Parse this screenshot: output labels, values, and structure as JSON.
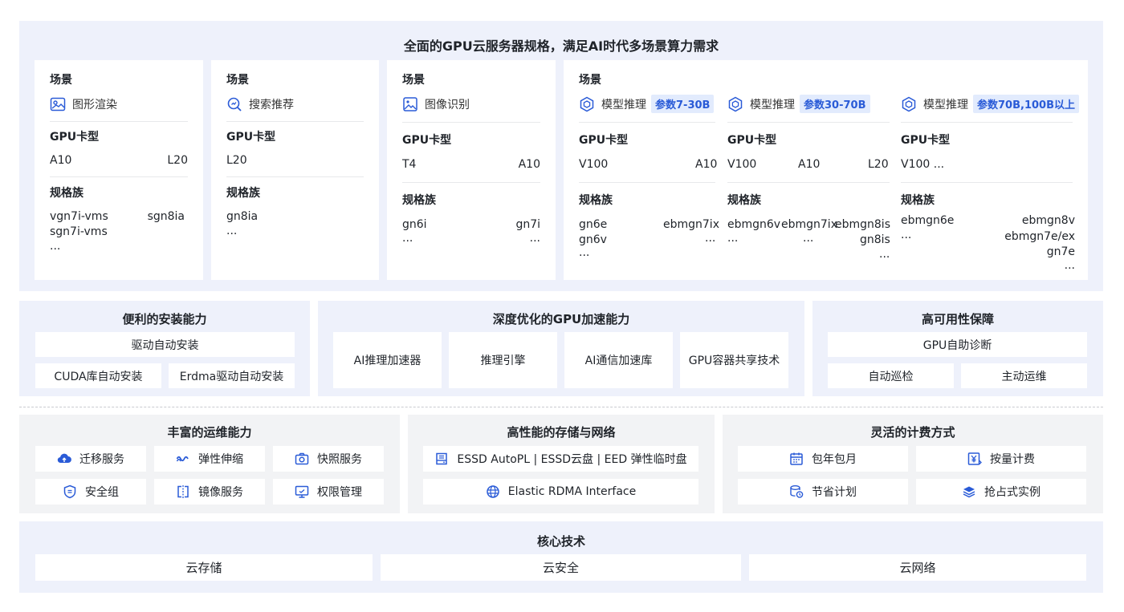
{
  "header": {
    "title": "全面的GPU云服务器规格，满足AI时代多场景算力需求"
  },
  "cards": [
    {
      "scene_label": "场景",
      "scene": "图形渲染",
      "gpu_label": "GPU卡型",
      "gpu": [
        "A10",
        "L20"
      ],
      "spec_label": "规格族",
      "specs": [
        "vgn7i-vms",
        "sgn8ia",
        "sgn7i-vms",
        "..."
      ]
    },
    {
      "scene_label": "场景",
      "scene": "搜索推荐",
      "gpu_label": "GPU卡型",
      "gpu": [
        "L20"
      ],
      "spec_label": "规格族",
      "specs": [
        "gn8ia",
        "..."
      ]
    },
    {
      "scene_label": "场景",
      "scene": "图像识别",
      "gpu_label": "GPU卡型",
      "gpu": [
        "T4",
        "A10"
      ],
      "spec_label": "规格族",
      "specs": [
        "gn6i",
        "gn7i",
        "...",
        "..."
      ]
    }
  ],
  "big_card": {
    "scene_label": "场景",
    "cols": [
      {
        "scene": "模型推理",
        "tag": "参数7-30B",
        "gpu_label": "GPU卡型",
        "gpu": [
          "V100",
          "A10"
        ],
        "spec_label": "规格族",
        "specs": [
          "gn6e",
          "ebmgn7ix",
          "gn6v",
          "...",
          "..."
        ]
      },
      {
        "scene": "模型推理",
        "tag": "参数30-70B",
        "gpu_label": "GPU卡型",
        "gpu": [
          "V100",
          "A10",
          "L20"
        ],
        "spec_label": "规格族",
        "specs": [
          "ebmgn6v",
          "ebmgn7ix",
          "ebmgn8is",
          "...",
          "...",
          "gn8is",
          "..."
        ]
      },
      {
        "scene": "模型推理",
        "tag": "参数70B,100B以上",
        "gpu_label": "GPU卡型",
        "gpu": [
          "V100 ..."
        ],
        "spec_label": "规格族",
        "specs": [
          "ebmgn6e",
          "ebmgn8v",
          "...",
          "ebmgn7e/ex",
          "gn7e",
          "..."
        ]
      }
    ]
  },
  "install": {
    "title": "便利的安装能力",
    "items": [
      "驱动自动安装",
      "CUDA库自动安装",
      "Erdma驱动自动安装"
    ]
  },
  "accel": {
    "title": "深度优化的GPU加速能力",
    "items": [
      "AI推理加速器",
      "推理引擎",
      "AI通信加速库",
      "GPU容器共享技术"
    ]
  },
  "ha": {
    "title": "高可用性保障",
    "items": [
      "GPU自助诊断",
      "自动巡检",
      "主动运维"
    ]
  },
  "ops": {
    "title": "丰富的运维能力",
    "items": [
      "迁移服务",
      "弹性伸缩",
      "快照服务",
      "安全组",
      "镜像服务",
      "权限管理"
    ],
    "icons": [
      "cloud-upload-icon",
      "wave-icon",
      "camera-icon",
      "shield-icon",
      "mirror-icon",
      "monitor-icon"
    ]
  },
  "storage": {
    "title": "高性能的存储与网络",
    "items": [
      "ESSD AutoPL | ESSD云盘 | EED 弹性临时盘",
      "Elastic RDMA Interface"
    ]
  },
  "billing": {
    "title": "灵活的计费方式",
    "items": [
      "包年包月",
      "按量计费",
      "节省计划",
      "抢占式实例"
    ]
  },
  "core": {
    "title": "核心技术",
    "items": [
      "云存储",
      "云安全",
      "云网络"
    ]
  },
  "colors": {
    "accent": "#2a5bd7",
    "panel_blue": "#eef1fb",
    "panel_gray": "#f2f3f5",
    "tag_bg": "#e2ebfd"
  }
}
